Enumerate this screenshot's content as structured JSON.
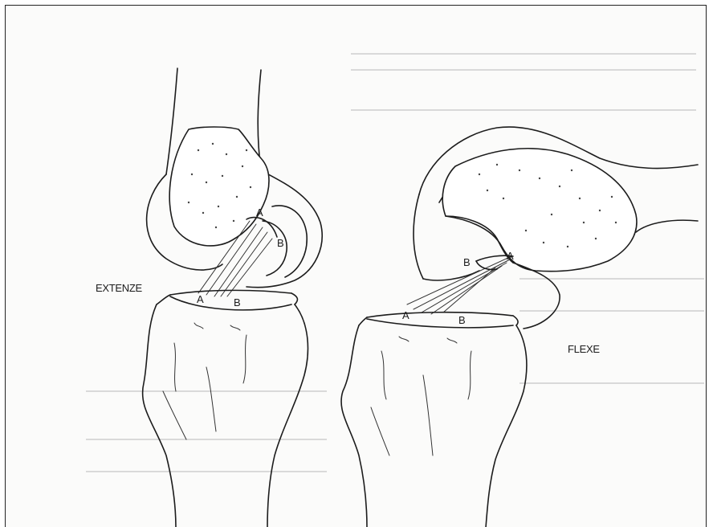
{
  "labels": {
    "left_panel": {
      "state": "EXTENZE",
      "femur_attachment": "A",
      "femur_attachment_b": "B",
      "tibia_attachment_a": "A",
      "tibia_attachment_b": "B"
    },
    "right_panel": {
      "state": "FLEXE",
      "femur_attachment_a": "A",
      "femur_attachment_b": "B",
      "tibia_attachment_a": "A",
      "tibia_attachment_b": "B"
    }
  },
  "colors": {
    "ink": "#1c1c1c",
    "paper": "#fbfbfa",
    "bleed_through": "#d9d9d9"
  }
}
